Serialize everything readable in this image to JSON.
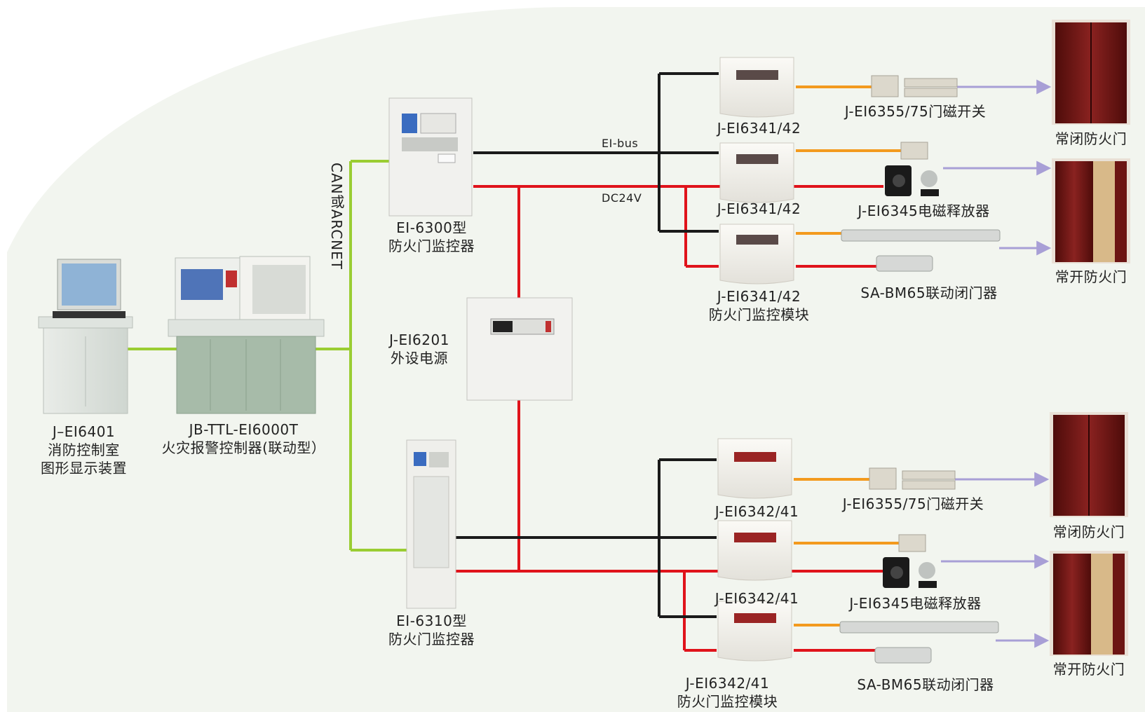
{
  "network_label": "CAN或ARCNET",
  "bus": {
    "ei_bus": "EI-bus",
    "dc24v": "DC24V"
  },
  "devices": {
    "display": {
      "line1": "J–EI6401",
      "line2": "消防控制室",
      "line3": "图形显示装置"
    },
    "controller": {
      "line1": "JB-TTL-EI6000T",
      "line2": "火灾报警控制器(联动型）"
    },
    "monitor_6300": {
      "line1": "EI-6300型",
      "line2": "防火门监控器"
    },
    "monitor_6310": {
      "line1": "EI-6310型",
      "line2": "防火门监控器"
    },
    "power": {
      "line1": "J-EI6201",
      "line2": "外设电源"
    }
  },
  "top_group": {
    "modules": [
      "J-EI6341/42",
      "J-EI6341/42",
      "J-EI6341/42"
    ],
    "module_caption": "防火门监控模块",
    "peripherals": [
      "J-EI6355/75门磁开关",
      "J-EI6345电磁释放器",
      "SA-BM65联动闭门器"
    ],
    "doors": [
      "常闭防火门",
      "常开防火门"
    ]
  },
  "bottom_group": {
    "modules": [
      "J-EI6342/41",
      "J-EI6342/41",
      "J-EI6342/41"
    ],
    "module_caption": "防火门监控模块",
    "peripherals": [
      "J-EI6355/75门磁开关",
      "J-EI6345电磁释放器",
      "SA-BM65联动闭门器"
    ],
    "doors": [
      "常闭防火门",
      "常开防火门"
    ]
  },
  "colors": {
    "can_line": "#9acd32",
    "bus_line": "#1a1a1a",
    "power_line": "#e0131b",
    "io_line": "#f39a1e",
    "door_arrow": "#a89fd6",
    "background_tint": "#f2f5ef",
    "door_wood": "#7a1a17"
  }
}
